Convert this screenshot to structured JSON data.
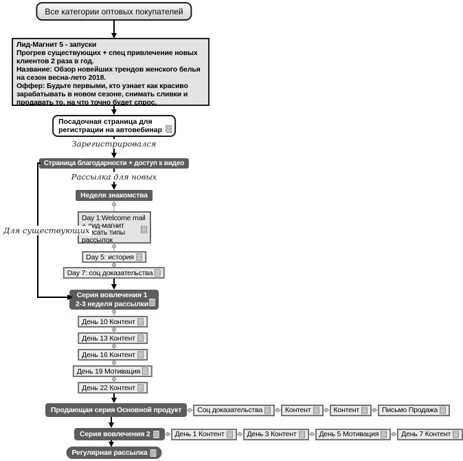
{
  "diagram": {
    "root": "Все категории оптовых покупателей",
    "lead_magnet": "Лид-Магнит 5 - запуски\nПрогрев существующих + спец привлечение новых\nклиентов 2 раза в год.\nНазвание: Обзор новейших трендов женского белья\nна сезон весна-лето 2018.\nОффер: Будьте первыми, кто узнает как красиво\nзарабатывать в новом сезоне, снимать сливки и\nпродавать то, на что точно будет спрос.",
    "landing": "Посадочная страница для\nрегистрации на автовебинар",
    "thanks": "Страница благодарности + доступ к видео",
    "week": "Неделя знакомства",
    "day1": "Day 1:Welcome mail\n+ лид-магнит\nописать типы\nрассылок",
    "day5": "Day 5: история",
    "day7": "Day 7: соц доказательства",
    "series1": "Серия вовлечения 1\n2-3 неделя рассылки",
    "content_days": [
      "День 10 Контент",
      "День 13 Контент",
      "День 16 Контент",
      "День 19 Мотивация",
      "День 22 Контент"
    ],
    "selling_main": "Продающая серия Основной продукт",
    "selling_items": [
      "Соц доказательства",
      "Контент",
      "Контент",
      "Письмо Продажа"
    ],
    "series2_main": "Серия вовлечения 2",
    "series2_items": [
      "День 1 Контент",
      "День 3 Контент",
      "День 5 Мотивация",
      "День 7 Контент"
    ],
    "regular": "Регулярная рассылка",
    "edge_labels": {
      "registered": "Зарегистрировался",
      "new_subscribers": "Рассылка для новых",
      "existing": "Для существующих"
    },
    "colors": {
      "dark_node": "#5d5d5d",
      "light_node_bg": "#ebebeb",
      "light_node_border": "#757575",
      "connector_gray": "#c8c8c8",
      "arrow_black": "#000000",
      "background": "#ffffff"
    }
  }
}
